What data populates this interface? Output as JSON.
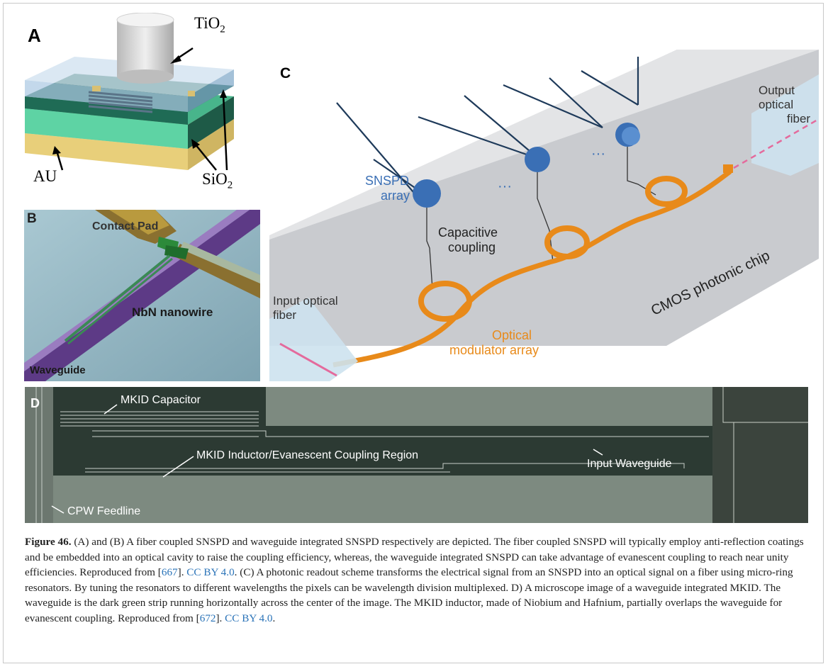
{
  "panelA": {
    "label": "A",
    "tio2": "TiO",
    "tio2_sub": "2",
    "au": "AU",
    "sio2": "SiO",
    "sio2_sub": "2"
  },
  "panelB": {
    "label": "B",
    "contact_pad": "Contact Pad",
    "nanowire": "NbN nanowire",
    "waveguide": "Waveguide"
  },
  "panelC": {
    "label": "C",
    "output_fiber_1": "Output optical",
    "output_fiber_2": "fiber",
    "snspd_1": "SNSPD",
    "snspd_2": "array",
    "capacitive_1": "Capacitive",
    "capacitive_2": "coupling",
    "input_fiber_1": "Input optical",
    "input_fiber_2": "fiber",
    "modulator_1": "Optical",
    "modulator_2": "modulator array",
    "chip": "CMOS photonic chip",
    "dots": "···"
  },
  "panelD": {
    "label": "D",
    "capacitor": "MKID Capacitor",
    "inductor": "MKID Inductor/Evanescent Coupling Region",
    "input_wg": "Input Waveguide",
    "feedline": "CPW Feedline"
  },
  "caption": {
    "fig_label": "Figure 46.",
    "part1": " (A) and (B) A fiber coupled SNSPD and waveguide integrated SNSPD respectively are depicted. The fiber coupled SNSPD will typically employ anti-reflection coatings and be embedded into an optical cavity to raise the coupling efficiency, whereas, the waveguide integrated SNSPD can take advantage of evanescent coupling to reach near unity efficiencies. Reproduced from [",
    "ref1": "667",
    "part2": "]. ",
    "license1": "CC BY 4.0",
    "part3": ". (C) A photonic readout scheme transforms the electrical signal from an SNSPD into an optical signal on a fiber using micro-ring resonators. By tuning the resonators to different wavelengths the pixels can be wavelength division multiplexed. D) A microscope image of a waveguide integrated MKID. The waveguide is the dark green strip running horizontally across the center of the image. The MKID inductor, made of Niobium and Hafnium, partially overlaps the waveguide for evanescent coupling. Reproduced from [",
    "ref2": "672",
    "part4": "]. ",
    "license2": "CC BY 4.0",
    "part5": "."
  },
  "colors": {
    "link": "#2a73b8",
    "snspd_blue": "#3a6fb5",
    "modulator_orange": "#e88a1a",
    "chip_gray": "#c9cbcf",
    "waveguide_purple": "#6a3d8f",
    "mkid_dark": "#2c3a33",
    "mkid_light": "#7d8a80"
  }
}
